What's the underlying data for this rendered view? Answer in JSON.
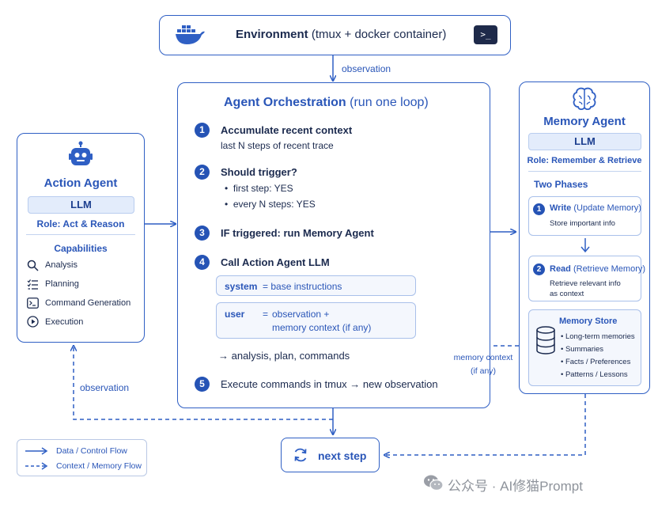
{
  "environment": {
    "title_bold": "Environment",
    "title_rest": " (tmux + docker container)",
    "docker_icon": "docker-whale-icon",
    "terminal_icon": "terminal-icon",
    "terminal_glyph": ">_"
  },
  "edges": {
    "observation_top": "observation",
    "observation_left": "observation",
    "memory_context": "memory context",
    "memory_context_if_any": "(if any)"
  },
  "orchestration": {
    "title_bold": "Agent Orchestration",
    "title_rest": " (run one loop)",
    "steps": [
      {
        "num": "1",
        "title": "Accumulate recent context",
        "detail": "last N steps of recent trace"
      },
      {
        "num": "2",
        "title": "Should trigger?",
        "bullets": [
          "first step: YES",
          "every N steps: YES"
        ]
      },
      {
        "num": "3",
        "title": "IF triggered: run Memory Agent"
      },
      {
        "num": "4",
        "title": "Call Action Agent LLM"
      },
      {
        "num": "5",
        "title": "Execute commands in tmux → new observation"
      }
    ],
    "system_key": "system",
    "system_val": "=  base instructions",
    "user_key": "user",
    "user_eq": "=",
    "user_val_1": "observation +",
    "user_val_2": "memory context (if any)",
    "result": "→  analysis, plan, commands"
  },
  "action_agent": {
    "icon": "robot-icon",
    "title": "Action Agent",
    "llm": "LLM",
    "role": "Role: Act & Reason",
    "capabilities_heading": "Capabilities",
    "capabilities": [
      {
        "icon": "search-icon",
        "label": "Analysis"
      },
      {
        "icon": "checklist-icon",
        "label": "Planning"
      },
      {
        "icon": "terminal-icon",
        "label": "Command Generation"
      },
      {
        "icon": "play-icon",
        "label": "Execution"
      }
    ]
  },
  "memory_agent": {
    "icon": "brain-icon",
    "title": "Memory Agent",
    "llm": "LLM",
    "role": "Role: Remember & Retrieve",
    "phases_heading": "Two Phases",
    "phase1": {
      "num": "1",
      "title_bold": "Write",
      "title_rest": " (Update Memory)",
      "desc": "Store important info"
    },
    "phase2": {
      "num": "2",
      "title_bold": "Read",
      "title_rest": " (Retrieve Memory)",
      "desc_1": "Retrieve relevant info",
      "desc_2": "as context"
    },
    "store": {
      "icon": "database-icon",
      "title": "Memory Store",
      "items": [
        "Long-term memories",
        "Summaries",
        "Facts / Preferences",
        "Patterns / Lessons"
      ]
    }
  },
  "next_step": {
    "icon": "refresh-icon",
    "label": "next step"
  },
  "legend": {
    "solid": "Data / Control Flow",
    "dashed": "Context / Memory Flow"
  },
  "watermark": {
    "icon": "wechat-icon",
    "text": "公众号 · AI修猫Prompt"
  },
  "colors": {
    "accent": "#2f5fc4",
    "pill_bg": "#e3ecfb",
    "title_blue": "#2a56b8",
    "text_dark": "#1b2540"
  }
}
